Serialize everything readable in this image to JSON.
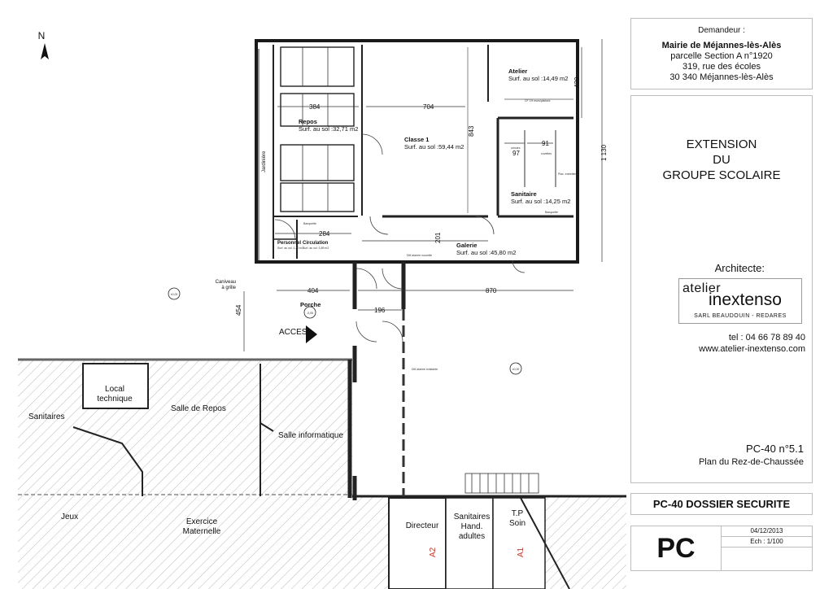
{
  "compass": {
    "letter": "N"
  },
  "rooms": {
    "atelier": {
      "name": "Atelier",
      "area": "Surf. au sol :14,49 m2"
    },
    "repos": {
      "name": "Repos",
      "area": "Surf. au sol :32,71 m2"
    },
    "classe": {
      "name": "Classe 1",
      "area": "Surf. au sol :59,44 m2"
    },
    "sanitaire": {
      "name": "Sanitaire",
      "area": "Surf. au sol :14,25 m2"
    },
    "galerie": {
      "name": "Galerie",
      "area": "Surf. au sol :45,80 m2"
    },
    "personnel": {
      "name": "Personnel",
      "area": "Surf. au sol :1,80 m2"
    },
    "circulation": {
      "name": "Circulation",
      "area": "Surf. au sol :3,89 m2"
    },
    "porche": {
      "name": "Porche"
    }
  },
  "existing": {
    "local": [
      "Local",
      "technique"
    ],
    "sanitaires": "Sanitaires",
    "salle_repos": "Salle de Repos",
    "salle_info": "Salle informatique",
    "jeux": "Jeux",
    "exercice": [
      "Exercice",
      "Maternelle"
    ],
    "directeur": "Directeur",
    "sanit_hand": [
      "Sanitaires",
      "Hand.",
      "adultes"
    ],
    "tp_soin": [
      "T.P",
      "Soin"
    ],
    "a1": "A1",
    "a2": "A2"
  },
  "dims": {
    "d384": "384",
    "d704": "704",
    "d843": "843",
    "d420": "420",
    "d1130": "1 130",
    "d97": "97",
    "d91": "91",
    "d284": "284",
    "d201": "201",
    "d404": "404",
    "d870": "870",
    "d196": "196",
    "d454": "454"
  },
  "labels": {
    "jardiniere": "Jardinière",
    "caniveau": [
      "Caniveau",
      "à grille"
    ],
    "acces": "ACCES",
    "banquette": "Banquette",
    "cf": "CF 1H murs/plafond",
    "alarme_nouv": "DM alarme nouvelle",
    "alarme_exist": "DM alarme existante",
    "plac": "Plac. entretien",
    "urinoirs": "urinoirs",
    "cuvettes": "cuvettes"
  },
  "levels": {
    "l1": "±0,00",
    "l2": "±0,00",
    "l3": "-0,05"
  },
  "applicant": {
    "heading": "Demandeur :",
    "name": "Mairie de Méjannes-lès-Alès",
    "parcel": "parcelle Section A n°1920",
    "street": "319, rue des écoles",
    "city": "30 340 Méjannes-lès-Alès"
  },
  "project": {
    "line1": "EXTENSION",
    "line2": "DU",
    "line3": "GROUPE SCOLAIRE",
    "code": "PC-40 n°5.1",
    "plan": "Plan du Rez-de-Chaussée"
  },
  "architect": {
    "heading": "Architecte:",
    "logo_top": "atelier",
    "logo_main": "inextenso",
    "logo_sub": "SARL BEAUDOUIN - REDARES",
    "tel": "tel : 04 66 78 89 40",
    "web": "www.atelier-inextenso.com"
  },
  "dossier": {
    "title": "PC-40 DOSSIER SECURITE"
  },
  "stamp": {
    "code": "PC",
    "date": "04/12/2013",
    "scale": "Ech : 1/100"
  }
}
